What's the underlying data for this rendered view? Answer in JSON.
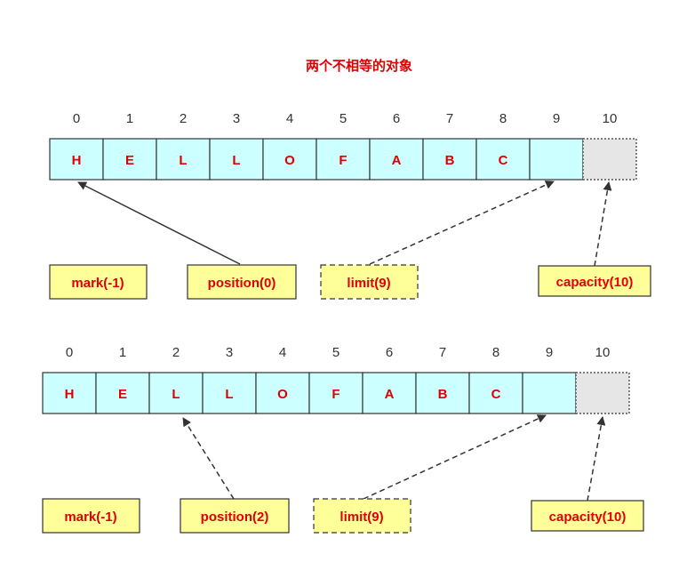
{
  "title": "两个不相等的对象",
  "colors": {
    "cell_fill": "#ccffff",
    "cap_fill": "#e6e6e6",
    "label_fill": "#ffff99",
    "text_red": "#e00000"
  },
  "buffers": [
    {
      "indices": [
        "0",
        "1",
        "2",
        "3",
        "4",
        "5",
        "6",
        "7",
        "8",
        "9",
        "10"
      ],
      "cells": [
        "H",
        "E",
        "L",
        "L",
        "O",
        "F",
        "A",
        "B",
        "C",
        ""
      ],
      "labels": {
        "mark": "mark(-1)",
        "position": "position(0)",
        "limit": "limit(9)",
        "capacity": "capacity(10)"
      }
    },
    {
      "indices": [
        "0",
        "1",
        "2",
        "3",
        "4",
        "5",
        "6",
        "7",
        "8",
        "9",
        "10"
      ],
      "cells": [
        "H",
        "E",
        "L",
        "L",
        "O",
        "F",
        "A",
        "B",
        "C",
        ""
      ],
      "labels": {
        "mark": "mark(-1)",
        "position": "position(2)",
        "limit": "limit(9)",
        "capacity": "capacity(10)"
      }
    }
  ]
}
